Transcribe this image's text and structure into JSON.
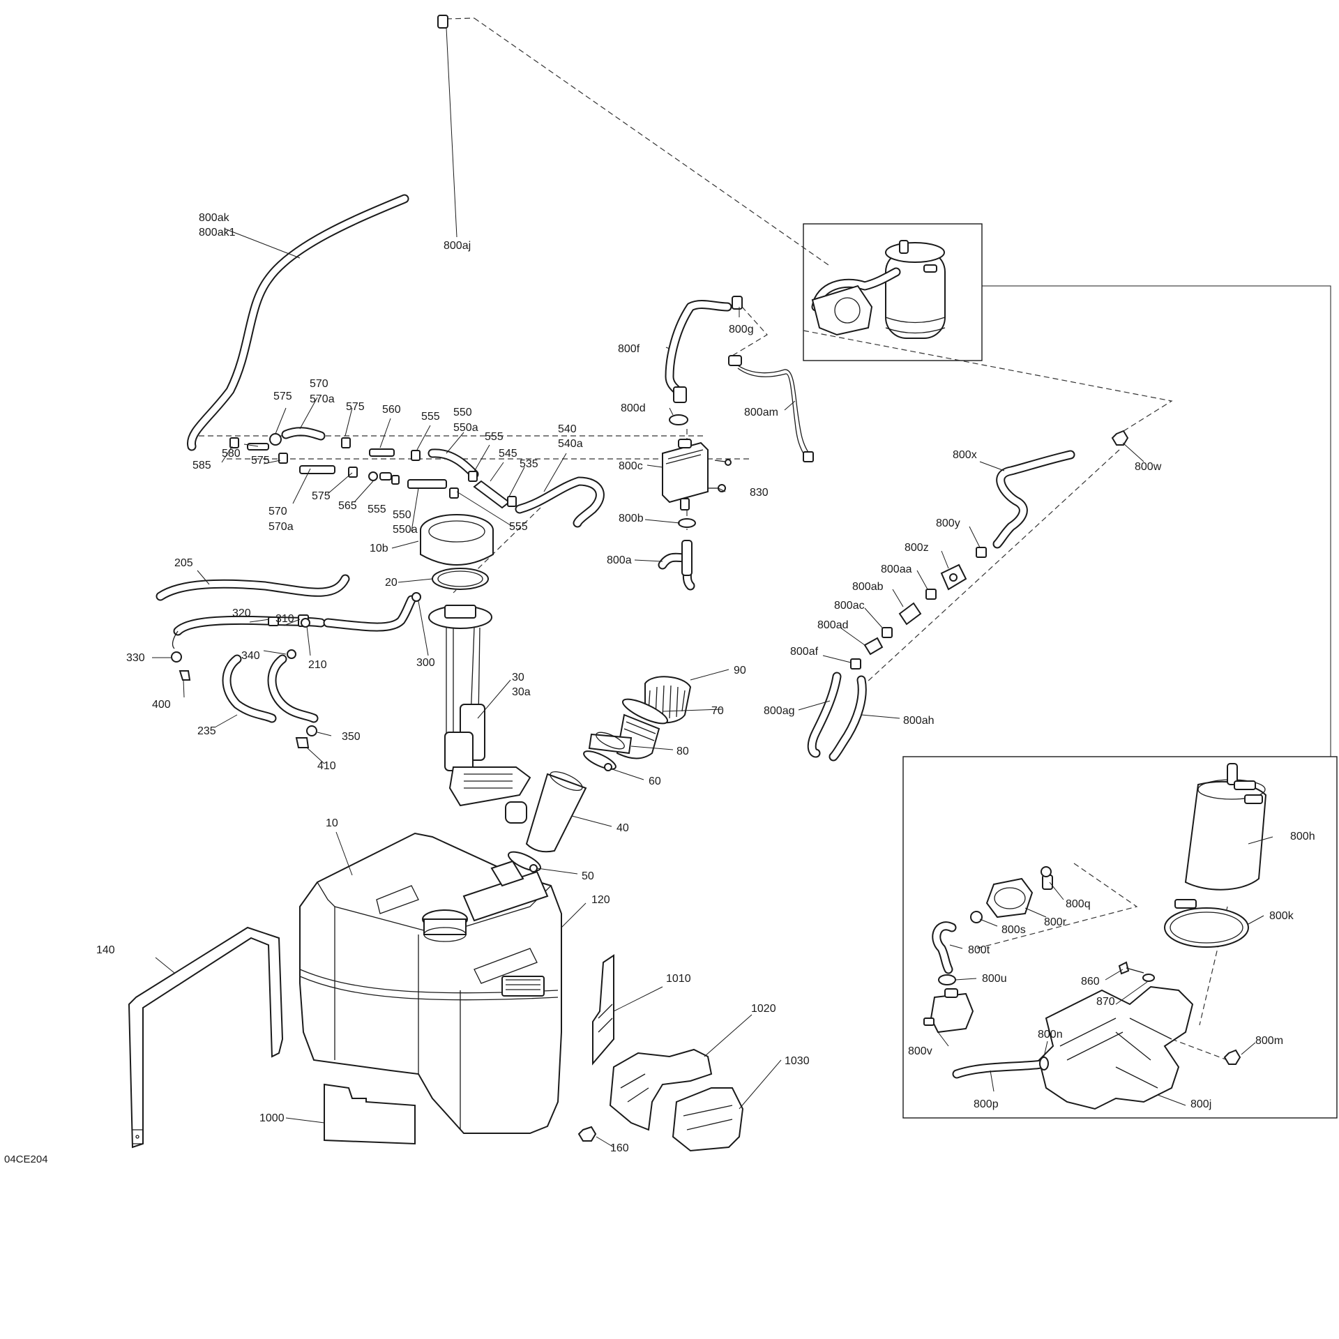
{
  "diagram": {
    "reference_code": "04CE204",
    "callouts": {
      "c800ak": "800ak",
      "c800ak1": "800ak1",
      "c800aj": "800aj",
      "c570": "570",
      "c570a": "570a",
      "c575": "575",
      "c560": "560",
      "c555": "555",
      "c550": "550",
      "c550a": "550a",
      "c545": "545",
      "c540": "540",
      "c540a": "540a",
      "c535": "535",
      "c585": "585",
      "c580": "580",
      "c565": "565",
      "c10b": "10b",
      "c20": "20",
      "c205": "205",
      "c320": "320",
      "c310": "310",
      "c330": "330",
      "c340": "340",
      "c210": "210",
      "c300": "300",
      "c400": "400",
      "c235": "235",
      "c350": "350",
      "c410": "410",
      "c30": "30",
      "c30a": "30a",
      "c90": "90",
      "c70": "70",
      "c80": "80",
      "c60": "60",
      "c40": "40",
      "c50": "50",
      "c10": "10",
      "c120": "120",
      "c140": "140",
      "c1010": "1010",
      "c1020": "1020",
      "c1030": "1030",
      "c1000": "1000",
      "c160": "160",
      "c800g": "800g",
      "c800f": "800f",
      "c800d": "800d",
      "c800c": "800c",
      "c830": "830",
      "c800b": "800b",
      "c800a": "800a",
      "c800am": "800am",
      "c800x": "800x",
      "c800w": "800w",
      "c800y": "800y",
      "c800z": "800z",
      "c800aa": "800aa",
      "c800ab": "800ab",
      "c800ac": "800ac",
      "c800ad": "800ad",
      "c800af": "800af",
      "c800ag": "800ag",
      "c800ah": "800ah",
      "c800h": "800h",
      "c800q": "800q",
      "c800s": "800s",
      "c800r": "800r",
      "c800t": "800t",
      "c800u": "800u",
      "c800k": "800k",
      "c860": "860",
      "c870": "870",
      "c800m": "800m",
      "c800n": "800n",
      "c800v": "800v",
      "c800p": "800p",
      "c800j": "800j"
    }
  }
}
